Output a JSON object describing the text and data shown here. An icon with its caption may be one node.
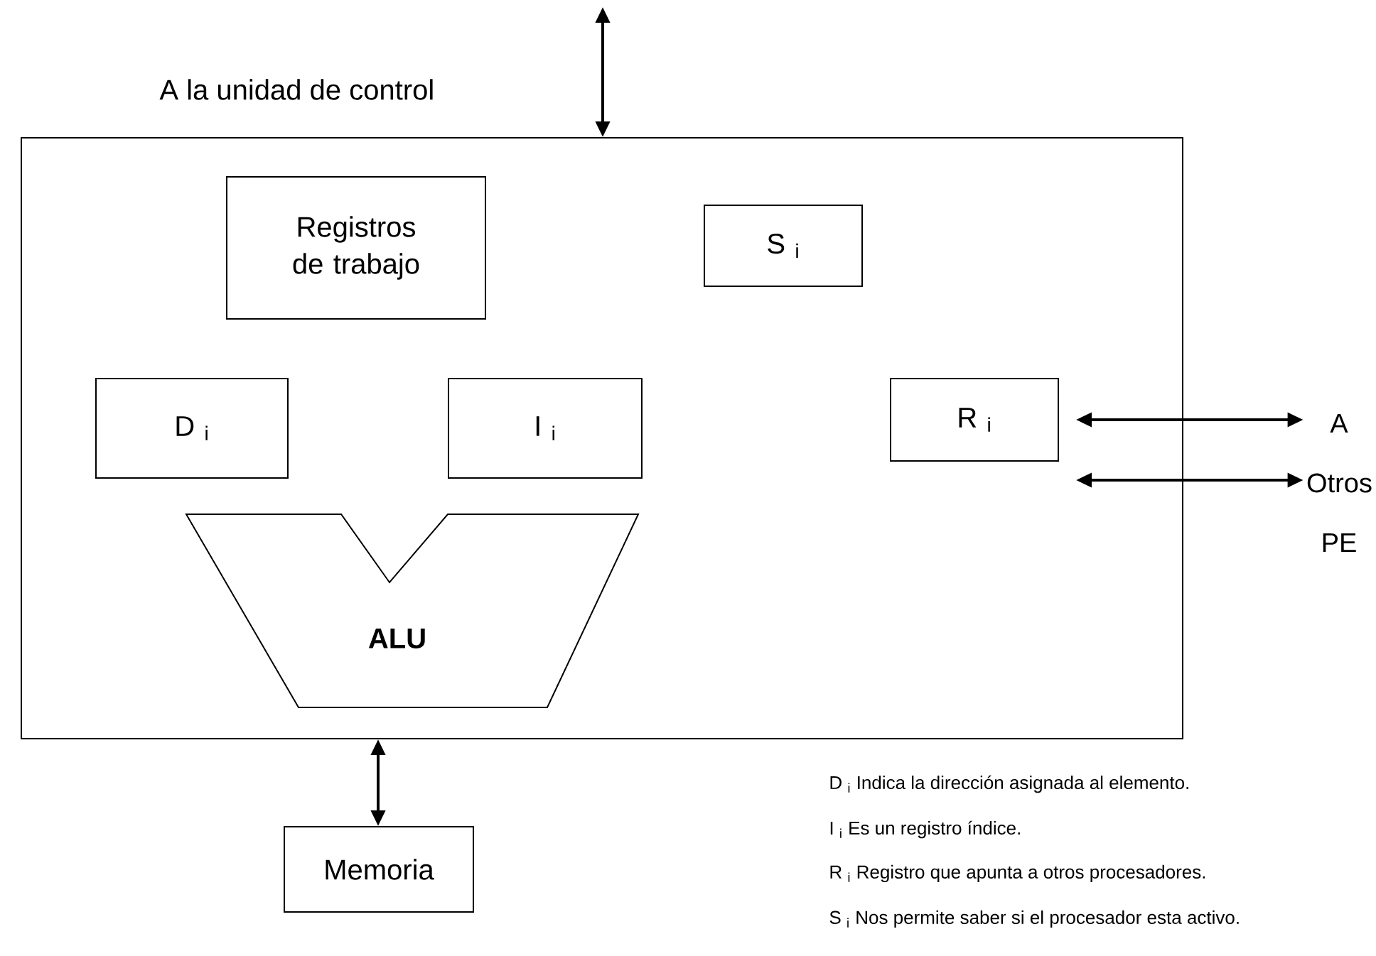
{
  "diagram": {
    "nodes": [
      {
        "text": [],
        "shape": "box"
      },
      {
        "text": [
          "Registros de trabajo"
        ],
        "in": 0
      },
      {
        "text": [
          "S $_{i}$"
        ],
        "in": 0
      },
      {
        "text": [
          "D $_{i}$"
        ],
        "in": 0
      },
      {
        "text": [
          "I $_{i}$"
        ],
        "in": 0
      },
      {
        "text": [
          "R $_{i}$"
        ],
        "in": 0
      },
      {
        "text": [
          "ALU"
        ],
        "in": 0
      },
      {
        "text": [
          "Memoria"
        ]
      },
      {
        "text": [
          "A Otros PE"
        ]
      }
    ],
    "edges": [
      {
        "from": null,
        "to": 0,
        "arrow": "both"
      },
      {
        "from": 0,
        "to": 7,
        "arrow": "both"
      },
      {
        "from": 5,
        "to": 8,
        "arrow": "both"
      },
      {
        "from": null,
        "to": 8,
        "arrow": "both"
      }
    ],
    "labels": [
      "A la unidad de control",
      "D $_{i}$ Indica la dirección asignada al elemento.",
      "I $_{i}$ Es un registro índice.",
      "R $_{i}$ Registro que apunta a otros procesadores.",
      "S $_{i}$ Nos permite saber si el procesador esta activo."
    ]
  }
}
